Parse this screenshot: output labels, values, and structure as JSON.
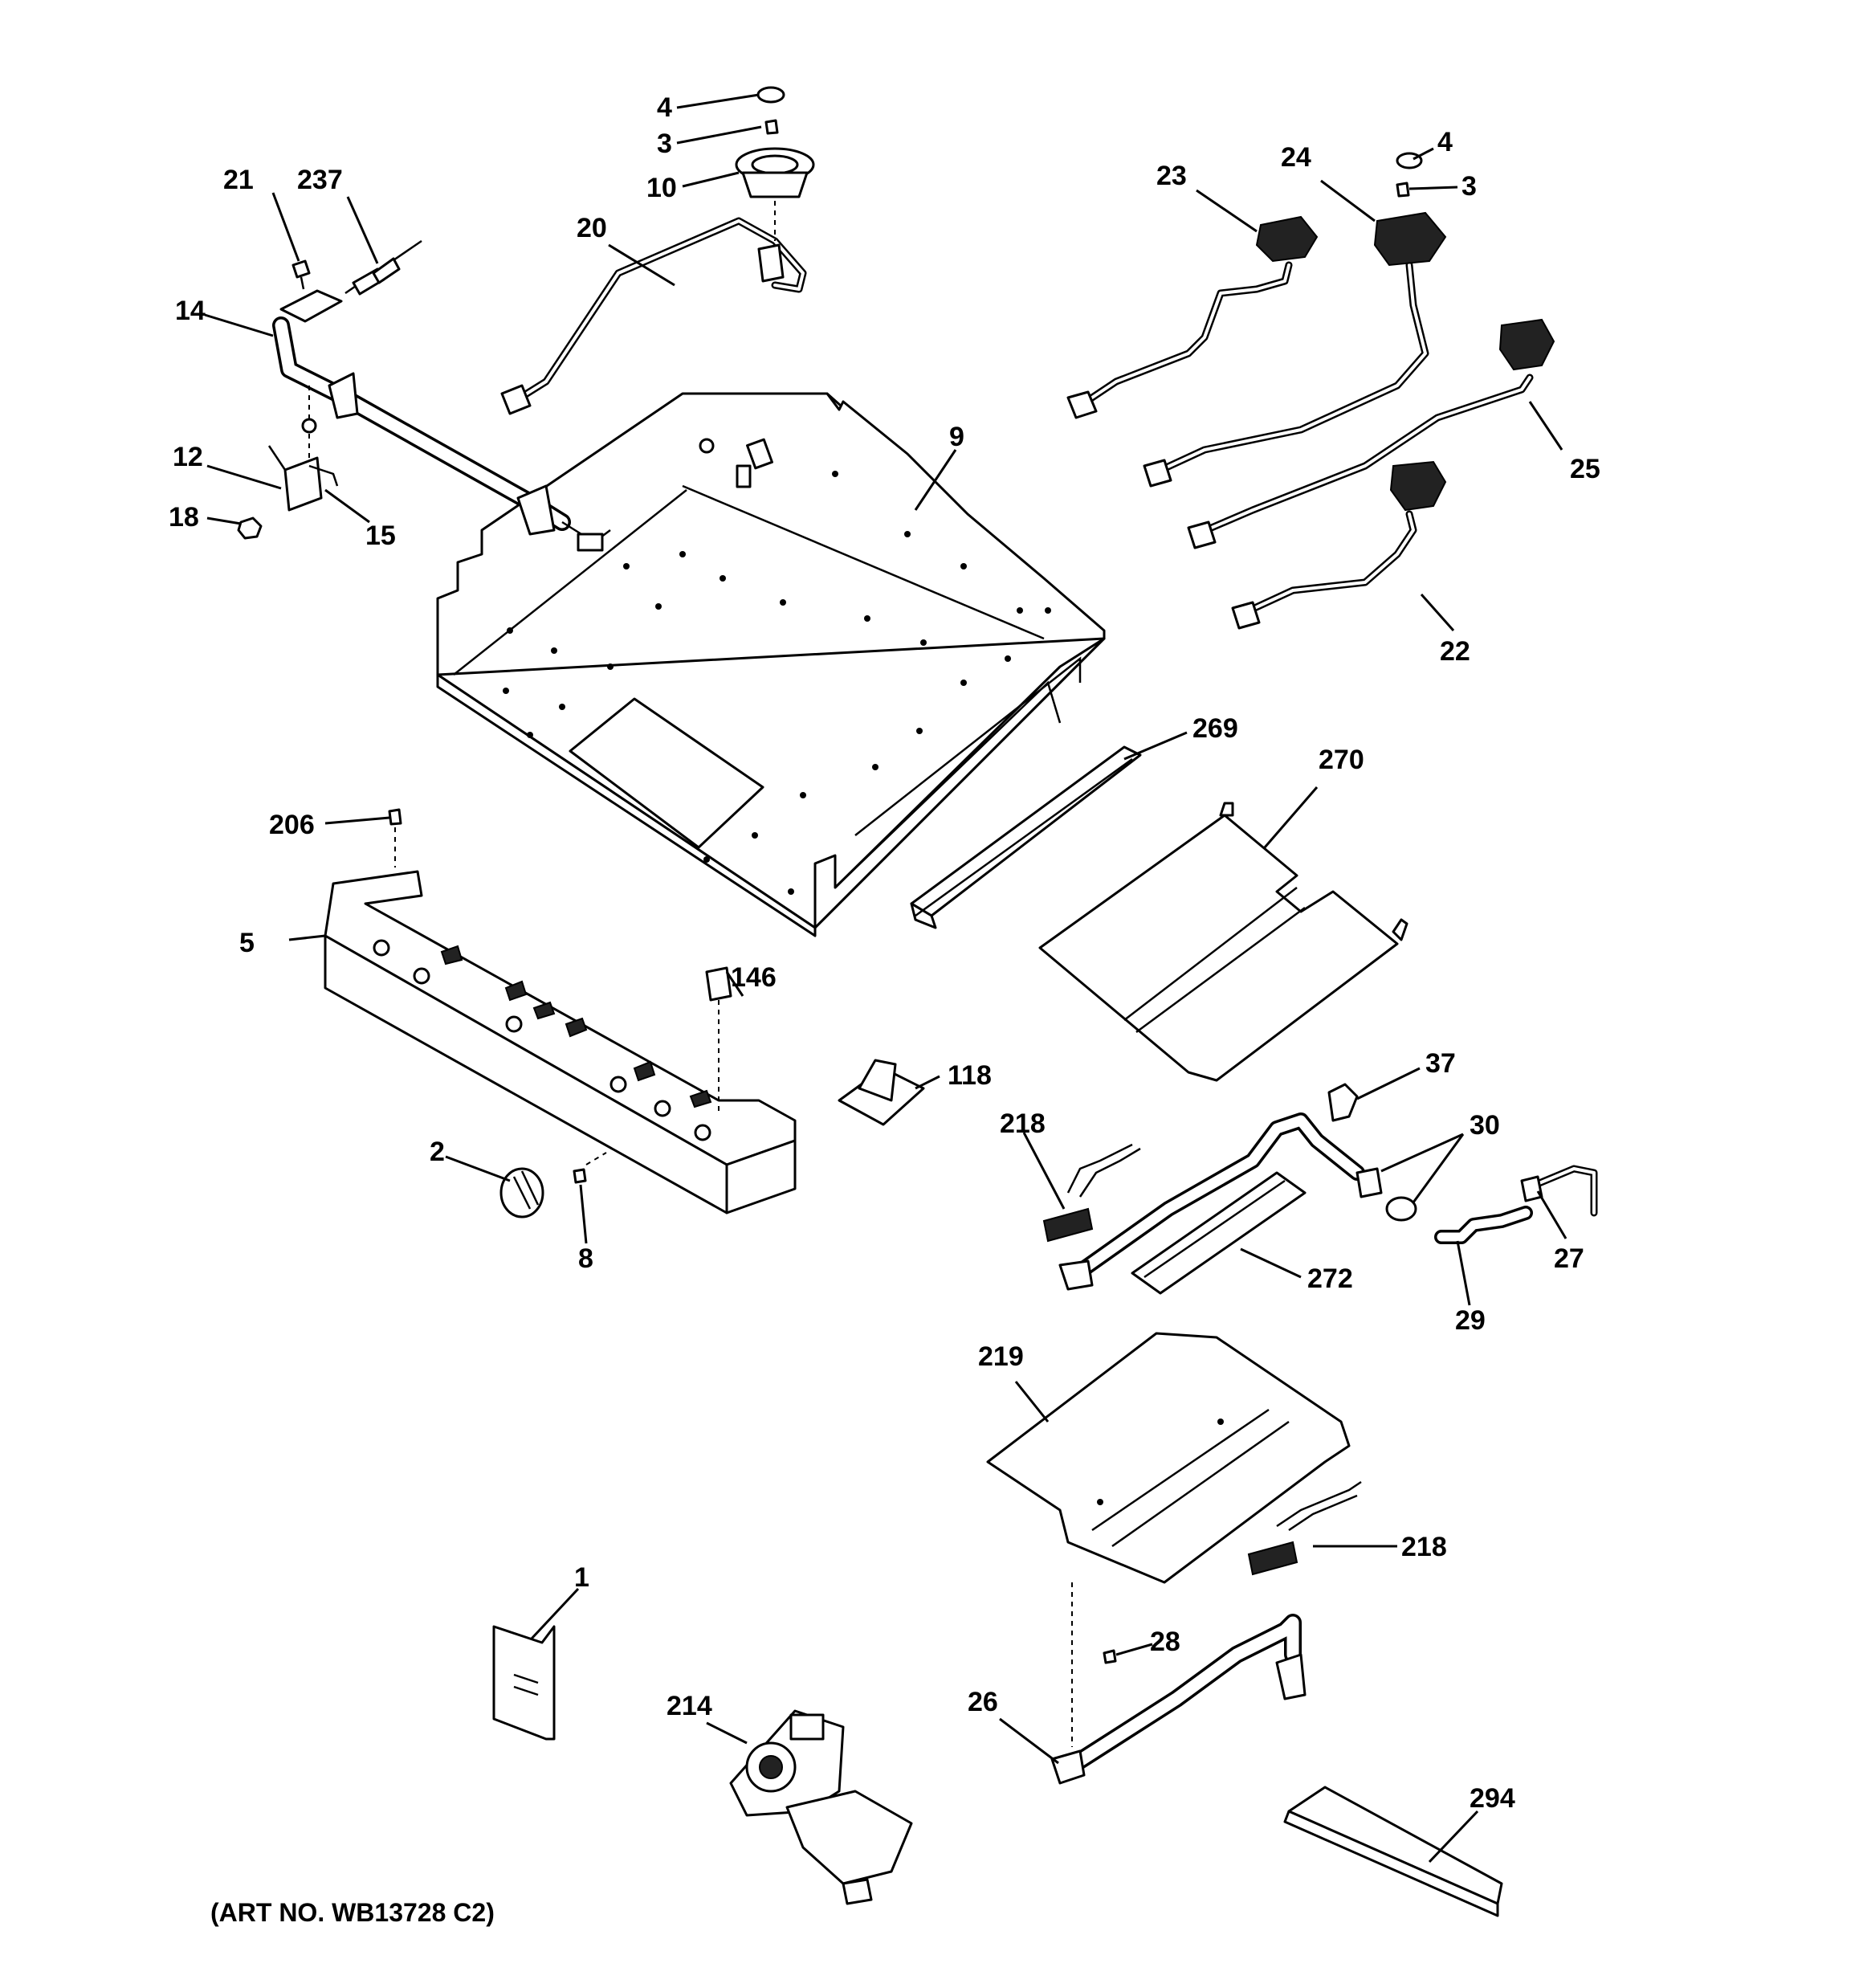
{
  "diagram": {
    "art_number": "(ART NO. WB13728 C2)",
    "callouts": {
      "c1": "1",
      "c2": "2",
      "c3a": "3",
      "c3b": "3",
      "c4a": "4",
      "c4b": "4",
      "c5": "5",
      "c8": "8",
      "c9": "9",
      "c10": "10",
      "c12": "12",
      "c14": "14",
      "c15": "15",
      "c18": "18",
      "c20": "20",
      "c21": "21",
      "c22": "22",
      "c23": "23",
      "c24": "24",
      "c25": "25",
      "c26": "26",
      "c27": "27",
      "c28": "28",
      "c29": "29",
      "c30": "30",
      "c37": "37",
      "c118": "118",
      "c146": "146",
      "c206": "206",
      "c214": "214",
      "c218a": "218",
      "c218b": "218",
      "c219": "219",
      "c237": "237",
      "c269": "269",
      "c270": "270",
      "c272": "272",
      "c294": "294"
    }
  }
}
